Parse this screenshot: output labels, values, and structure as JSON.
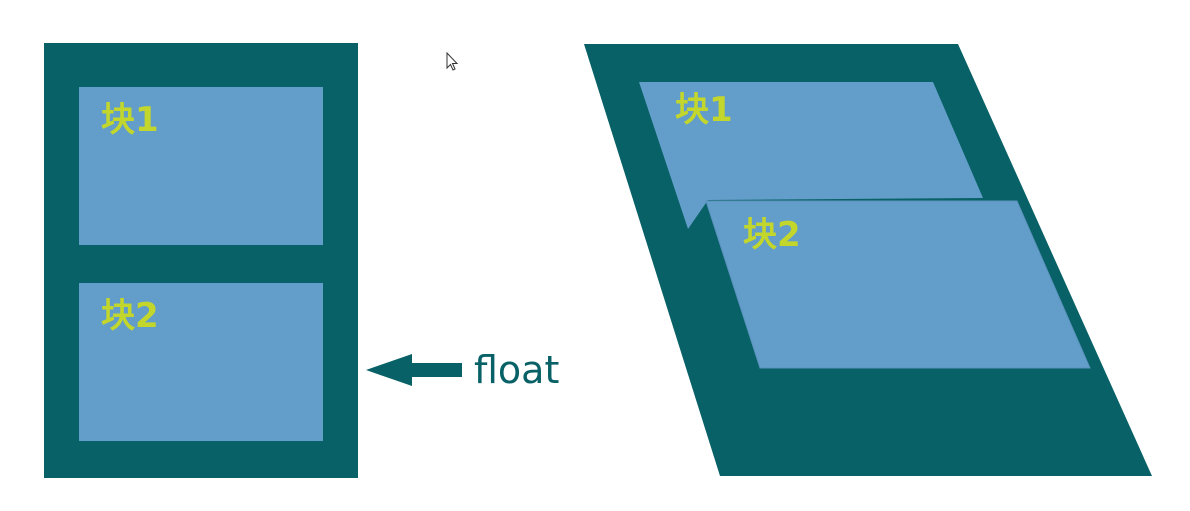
{
  "colors": {
    "container": "#076166",
    "block": "#639dc9",
    "block_text": "#c2d62c",
    "arrow": "#076166",
    "background": "#ffffff"
  },
  "left_panel": {
    "block1_label": "块1",
    "block2_label": "块2"
  },
  "arrow": {
    "direction": "left",
    "label": "float"
  },
  "right_panel": {
    "block1_label": "块1",
    "block2_label": "块2"
  },
  "cursor": {
    "icon": "mouse-pointer-icon"
  }
}
